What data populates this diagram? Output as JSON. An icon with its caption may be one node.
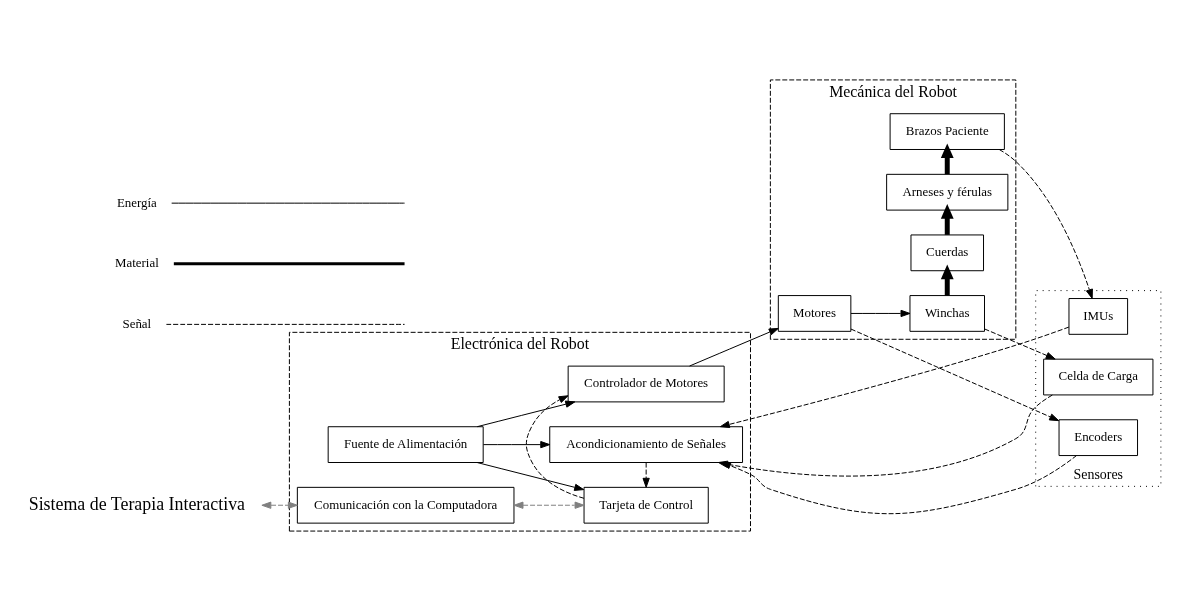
{
  "diagram": {
    "nodes": [
      {
        "text": [
          "Electrónica del Robot"
        ]
      },
      {
        "text": [
          "Mecánica del Robot"
        ]
      },
      {
        "text": [
          "Sistema de Terapia Interactiva"
        ]
      },
      {
        "text": [
          "Fuente de Alimentación"
        ],
        "in": 0
      },
      {
        "text": [
          "Controlador de Motores"
        ],
        "in": 0
      },
      {
        "text": [
          "Comunicación con la Computadora"
        ],
        "in": 0
      },
      {
        "text": [
          "Tarjeta de Control"
        ],
        "in": 0
      },
      {
        "text": [
          "Acondicionamiento de Señales"
        ],
        "in": 0
      },
      {
        "text": [
          "Sensores"
        ]
      },
      {
        "text": [
          "Encoders"
        ],
        "in": 8
      },
      {
        "text": [
          "Celda de Carga"
        ],
        "in": 8
      },
      {
        "text": [
          "IMUs"
        ],
        "in": 8
      },
      {
        "text": [
          "Motores"
        ],
        "in": 1
      },
      {
        "text": [
          "Winchas"
        ],
        "in": 1
      },
      {
        "text": [
          "Cuerdas"
        ],
        "in": 1
      },
      {
        "text": [
          "Arneses y férulas"
        ],
        "in": 1
      },
      {
        "text": [
          "Brazos Paciente"
        ],
        "in": 1
      }
    ],
    "edges": [
      {
        "from": 2,
        "to": 5,
        "arrow": "both",
        "style": "dashed",
        "color": "#808080"
      },
      {
        "from": 3,
        "to": 4,
        "arrow": "to"
      },
      {
        "from": 3,
        "to": 6,
        "arrow": "to"
      },
      {
        "from": 3,
        "to": 7,
        "arrow": "to"
      },
      {
        "from": 5,
        "to": 6,
        "arrow": "both",
        "style": "dashed",
        "color": "#808080"
      },
      {
        "from": 4,
        "to": 12,
        "arrow": "to"
      },
      {
        "from": 12,
        "to": 13,
        "arrow": "to"
      },
      {
        "from": 13,
        "to": 14,
        "arrow": "to",
        "style": "thick"
      },
      {
        "from": 14,
        "to": 15,
        "arrow": "to",
        "style": "thick"
      },
      {
        "from": 15,
        "to": 16,
        "arrow": "to",
        "style": "thick"
      },
      {
        "from": 6,
        "to": 4,
        "arrow": "to",
        "style": "dashed"
      },
      {
        "from": 7,
        "to": 6,
        "arrow": "to",
        "style": "dashed"
      },
      {
        "from": 12,
        "to": 9,
        "arrow": "to",
        "style": "dashed"
      },
      {
        "from": 13,
        "to": 10,
        "arrow": "to",
        "style": "dashed"
      },
      {
        "from": 16,
        "to": 11,
        "arrow": "to",
        "style": "dashed"
      },
      {
        "from": 9,
        "to": 7,
        "arrow": "to",
        "style": "dashed"
      },
      {
        "from": 10,
        "to": 7,
        "arrow": "to",
        "style": "dashed"
      },
      {
        "from": 11,
        "to": 7,
        "arrow": "to",
        "style": "dashed"
      }
    ],
    "legend": [
      {
        "text": "Energía"
      },
      {
        "text": "Material"
      },
      {
        "text": "Señal"
      }
    ]
  }
}
